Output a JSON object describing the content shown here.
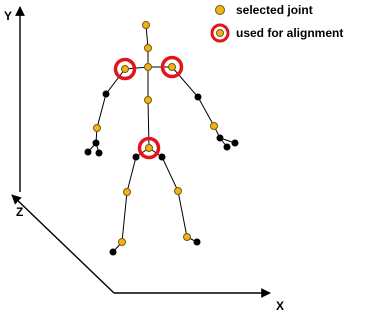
{
  "axes": {
    "x_label": "X",
    "y_label": "Y",
    "z_label": "Z"
  },
  "legend": [
    {
      "label": "selected joint",
      "marker": "yellow-dot"
    },
    {
      "label": "used for alignment",
      "marker": "red-ring"
    }
  ],
  "colors": {
    "joint_fill": "#f2b21f",
    "joint_stroke": "#7a5a00",
    "end_joint": "#000000",
    "alignment_ring": "#e3141b",
    "bone": "#000000"
  }
}
